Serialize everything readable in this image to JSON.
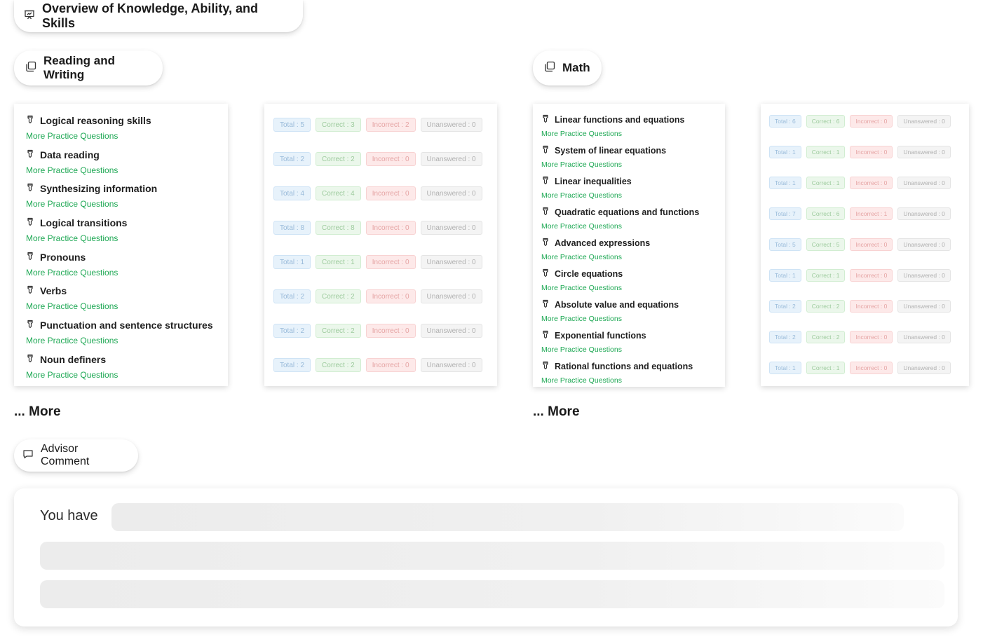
{
  "header": {
    "title": "Overview of Knowledge, Ability, and Skills",
    "icon": "presentation-icon"
  },
  "reading_writing": {
    "title": "Reading and Writing",
    "icon": "copy-icon",
    "more_label": "... More",
    "skills": [
      {
        "name": "Logical reasoning skills",
        "link": "More Practice Questions",
        "total": "Total : 5",
        "correct": "Correct : 3",
        "incorrect": "Incorrect : 2",
        "unanswered": "Unanswered : 0"
      },
      {
        "name": "Data reading",
        "link": "More Practice Questions",
        "total": "Total : 2",
        "correct": "Correct : 2",
        "incorrect": "Incorrect : 0",
        "unanswered": "Unanswered : 0"
      },
      {
        "name": "Synthesizing information",
        "link": "More Practice Questions",
        "total": "Total : 4",
        "correct": "Correct : 4",
        "incorrect": "Incorrect : 0",
        "unanswered": "Unanswered : 0"
      },
      {
        "name": "Logical transitions",
        "link": "More Practice Questions",
        "total": "Total : 8",
        "correct": "Correct : 8",
        "incorrect": "Incorrect : 0",
        "unanswered": "Unanswered : 0"
      },
      {
        "name": "Pronouns",
        "link": "More Practice Questions",
        "total": "Total : 1",
        "correct": "Correct : 1",
        "incorrect": "Incorrect : 0",
        "unanswered": "Unanswered : 0"
      },
      {
        "name": "Verbs",
        "link": "More Practice Questions",
        "total": "Total : 2",
        "correct": "Correct : 2",
        "incorrect": "Incorrect : 0",
        "unanswered": "Unanswered : 0"
      },
      {
        "name": "Punctuation and sentence structures",
        "link": "More Practice Questions",
        "total": "Total : 2",
        "correct": "Correct : 2",
        "incorrect": "Incorrect : 0",
        "unanswered": "Unanswered : 0"
      },
      {
        "name": "Noun definers",
        "link": "More Practice Questions",
        "total": "Total : 2",
        "correct": "Correct : 2",
        "incorrect": "Incorrect : 0",
        "unanswered": "Unanswered : 0"
      }
    ]
  },
  "math": {
    "title": "Math",
    "icon": "copy-icon",
    "more_label": "... More",
    "skills": [
      {
        "name": "Linear functions and equations",
        "link": "More Practice Questions",
        "total": "Total : 6",
        "correct": "Correct : 6",
        "incorrect": "Incorrect : 0",
        "unanswered": "Unanswered : 0"
      },
      {
        "name": "System of linear equations",
        "link": "More Practice Questions",
        "total": "Total : 1",
        "correct": "Correct : 1",
        "incorrect": "Incorrect : 0",
        "unanswered": "Unanswered : 0"
      },
      {
        "name": "Linear inequalities",
        "link": "More Practice Questions",
        "total": "Total : 1",
        "correct": "Correct : 1",
        "incorrect": "Incorrect : 0",
        "unanswered": "Unanswered : 0"
      },
      {
        "name": "Quadratic equations and functions",
        "link": "More Practice Questions",
        "total": "Total : 7",
        "correct": "Correct : 6",
        "incorrect": "Incorrect : 1",
        "unanswered": "Unanswered : 0"
      },
      {
        "name": "Advanced expressions",
        "link": "More Practice Questions",
        "total": "Total : 5",
        "correct": "Correct : 5",
        "incorrect": "Incorrect : 0",
        "unanswered": "Unanswered : 0"
      },
      {
        "name": "Circle equations",
        "link": "More Practice Questions",
        "total": "Total : 1",
        "correct": "Correct : 1",
        "incorrect": "Incorrect : 0",
        "unanswered": "Unanswered : 0"
      },
      {
        "name": "Absolute value and equations",
        "link": "More Practice Questions",
        "total": "Total : 2",
        "correct": "Correct : 2",
        "incorrect": "Incorrect : 0",
        "unanswered": "Unanswered : 0"
      },
      {
        "name": "Exponential functions",
        "link": "More Practice Questions",
        "total": "Total : 2",
        "correct": "Correct : 2",
        "incorrect": "Incorrect : 0",
        "unanswered": "Unanswered : 0"
      },
      {
        "name": "Rational functions and equations",
        "link": "More Practice Questions",
        "total": "Total : 1",
        "correct": "Correct : 1",
        "incorrect": "Incorrect : 0",
        "unanswered": "Unanswered : 0"
      }
    ]
  },
  "advisor": {
    "title": "Advisor Comment",
    "icon": "comment-icon",
    "lead_text": "You have"
  },
  "colors": {
    "practice_link": "#1ea854",
    "total": "#8fb4d6",
    "correct": "#94c694",
    "incorrect": "#e39a9a",
    "unanswered": "#a9a9a9"
  }
}
